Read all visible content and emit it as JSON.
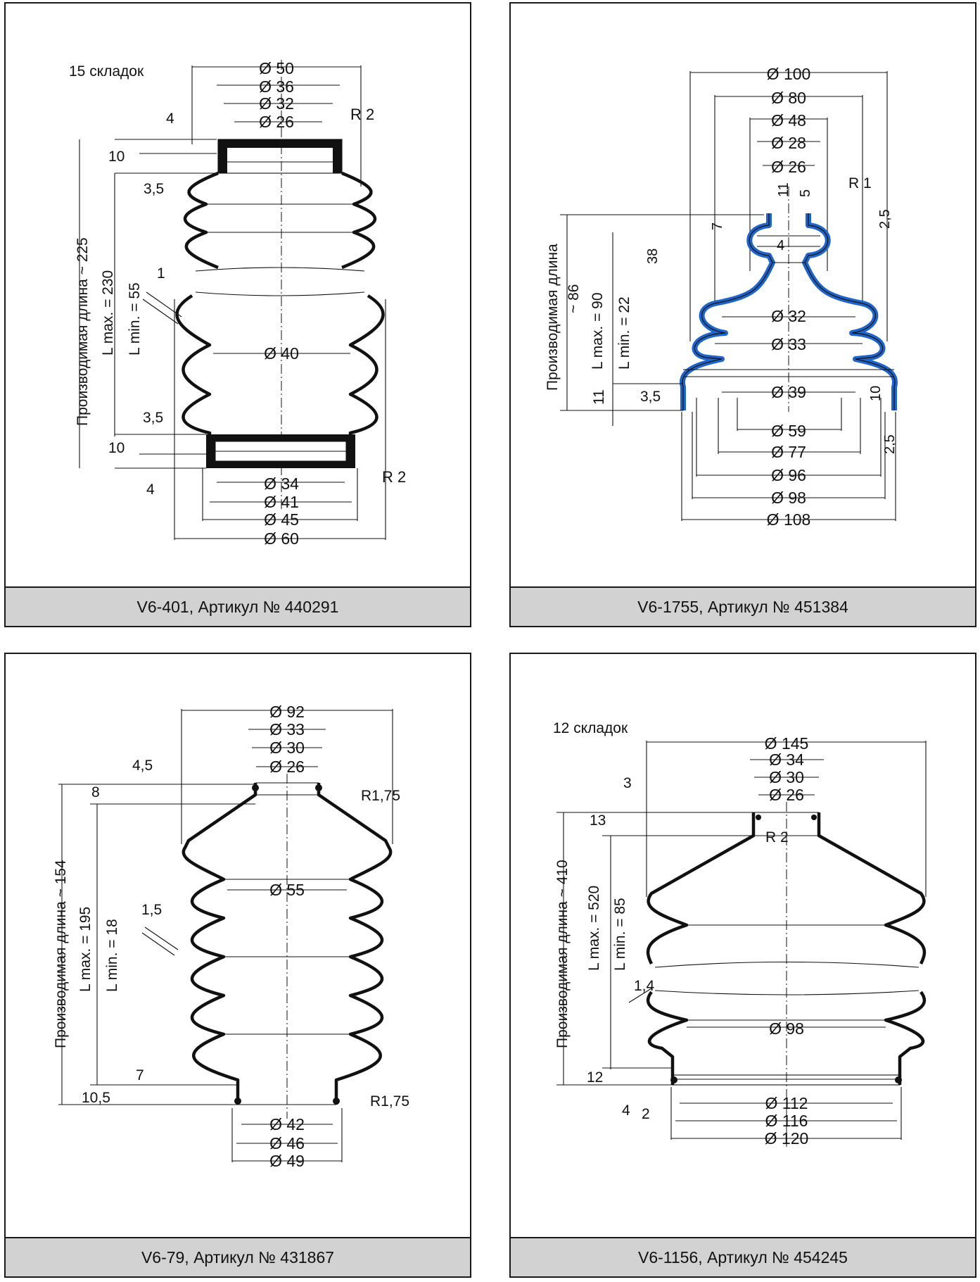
{
  "panels": [
    {
      "caption": "V6-401, Артикул № 440291",
      "note": "15 складок",
      "labels": {
        "d50": "Ø 50",
        "d36": "Ø 36",
        "d32": "Ø 32",
        "d26": "Ø 26",
        "r_top": "R 2",
        "t4": "4",
        "t10": "10",
        "t35": "3,5",
        "len": "Производимая длина ~ 225",
        "lmax": "L max. = 230",
        "lmin": "L min. = 55",
        "w1": "1",
        "d40": "Ø 40",
        "b35": "3,5",
        "b10": "10",
        "b4": "4",
        "r_bot": "R 2",
        "d34": "Ø 34",
        "d41": "Ø 41",
        "d45": "Ø 45",
        "d60": "Ø 60"
      }
    },
    {
      "caption": "V6-1755, Артикул № 451384",
      "labels": {
        "d100": "Ø 100",
        "d80": "Ø 80",
        "d48": "Ø 48",
        "d28": "Ø 28",
        "d26": "Ø 26",
        "v11": "11",
        "v5": "5",
        "r1": "R 1",
        "v25": "2,5",
        "v7": "7",
        "v38": "38",
        "v4": "4",
        "len": "Производимая длина",
        "len2": "~ 86",
        "lmax": "L max. = 90",
        "lmin": "L min. = 22",
        "d32": "Ø 32",
        "d33": "Ø 33",
        "v11b": "11",
        "v35": "3,5",
        "d39": "Ø 39",
        "v10": "10",
        "d59": "Ø 59",
        "d77": "Ø 77",
        "v25b": "2,5",
        "d96": "Ø 96",
        "d98": "Ø 98",
        "d108": "Ø 108"
      }
    },
    {
      "caption": "V6-79, Артикул № 431867",
      "labels": {
        "d92": "Ø 92",
        "d33": "Ø 33",
        "d30": "Ø 30",
        "d26": "Ø 26",
        "v45": "4,5",
        "v8": "8",
        "r_top": "R1,75",
        "d55": "Ø 55",
        "len": "Производимая длина ~ 154",
        "lmax": "L max. = 195",
        "lmin": "L min. = 18",
        "w15": "1,5",
        "v7": "7",
        "v105": "10,5",
        "r_bot": "R1,75",
        "d42": "Ø 42",
        "d46": "Ø 46",
        "d49": "Ø 49"
      }
    },
    {
      "caption": "V6-1156, Артикул № 454245",
      "note": "12 складок",
      "labels": {
        "d145": "Ø 145",
        "d34": "Ø 34",
        "d30": "Ø 30",
        "d26": "Ø 26",
        "v3": "3",
        "v13": "13",
        "r2": "R 2",
        "len": "Производимая длина ~ 410",
        "lmax": "L max. = 520",
        "lmin": "L min. = 85",
        "w14": "1,4",
        "d98": "Ø 98",
        "v12": "12",
        "v4": "4",
        "v2": "2",
        "d112": "Ø 112",
        "d116": "Ø 116",
        "d120": "Ø 120"
      }
    }
  ],
  "colors": {
    "highlight": "#1f64c8",
    "caption_bg": "#d2d2d2",
    "line": "#111111"
  }
}
